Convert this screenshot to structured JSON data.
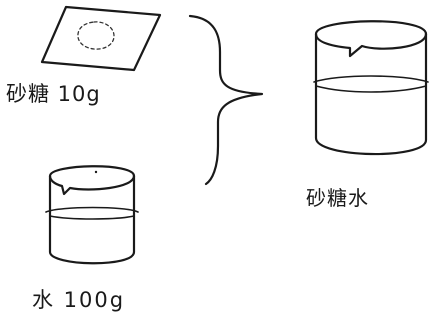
{
  "labels": {
    "sugar": "砂糖 10g",
    "water": "水 100g",
    "result": "砂糖水"
  }
}
